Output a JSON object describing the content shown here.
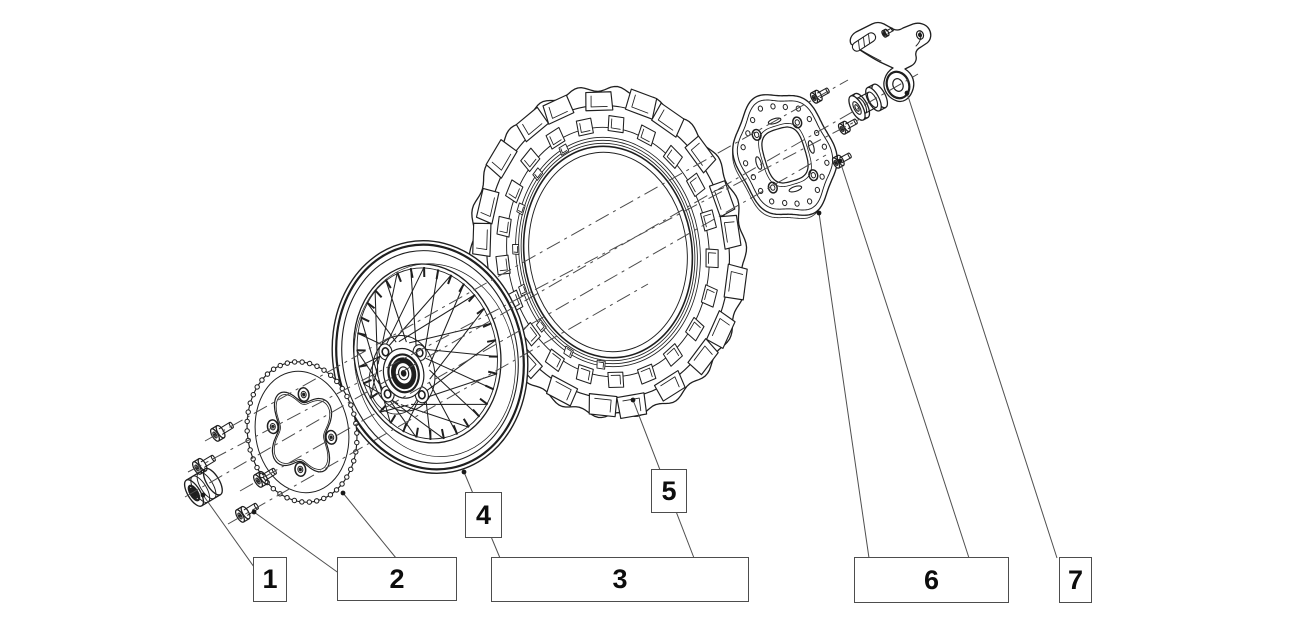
{
  "diagram": {
    "type": "exploded-parts-diagram",
    "background": "#ffffff",
    "line_color": "#1f1f1f",
    "leader_color": "#4f4f4f",
    "axis_line_color": "#4a4a4a",
    "box_border_color": "#4d4d4d",
    "label_color": "#0d0d0d",
    "callouts": [
      {
        "label": "1"
      },
      {
        "label": "2"
      },
      {
        "label": "3"
      },
      {
        "label": "4"
      },
      {
        "label": "5"
      },
      {
        "label": "6"
      },
      {
        "label": "7"
      }
    ]
  }
}
